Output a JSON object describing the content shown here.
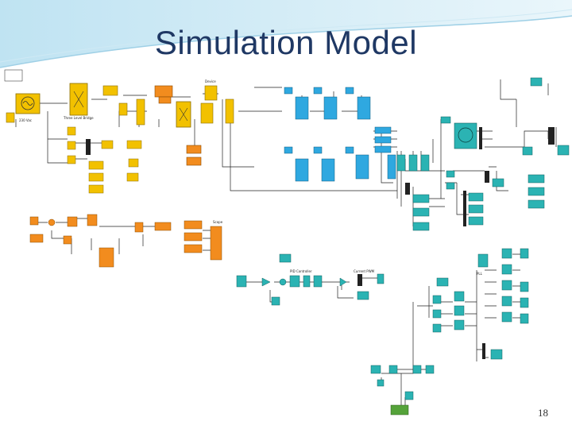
{
  "slide": {
    "title": "Simulation Model",
    "page_number": "18"
  },
  "colors": {
    "title": "#1f3864",
    "block_yellow": "#f2c100",
    "block_orange": "#f28c1e",
    "block_blue": "#2fa8e0",
    "block_teal": "#2bb3b3",
    "block_green": "#55a33a",
    "wire": "#222222"
  },
  "blocks": {
    "source_label": "230 Vac",
    "bridge_label": "Three Level Bridge",
    "device_label": "Device",
    "scope_label": "Scope",
    "pll_label": "PLL",
    "controller_label": "PID Controller",
    "current_ctrl_label": "Current PWM"
  }
}
